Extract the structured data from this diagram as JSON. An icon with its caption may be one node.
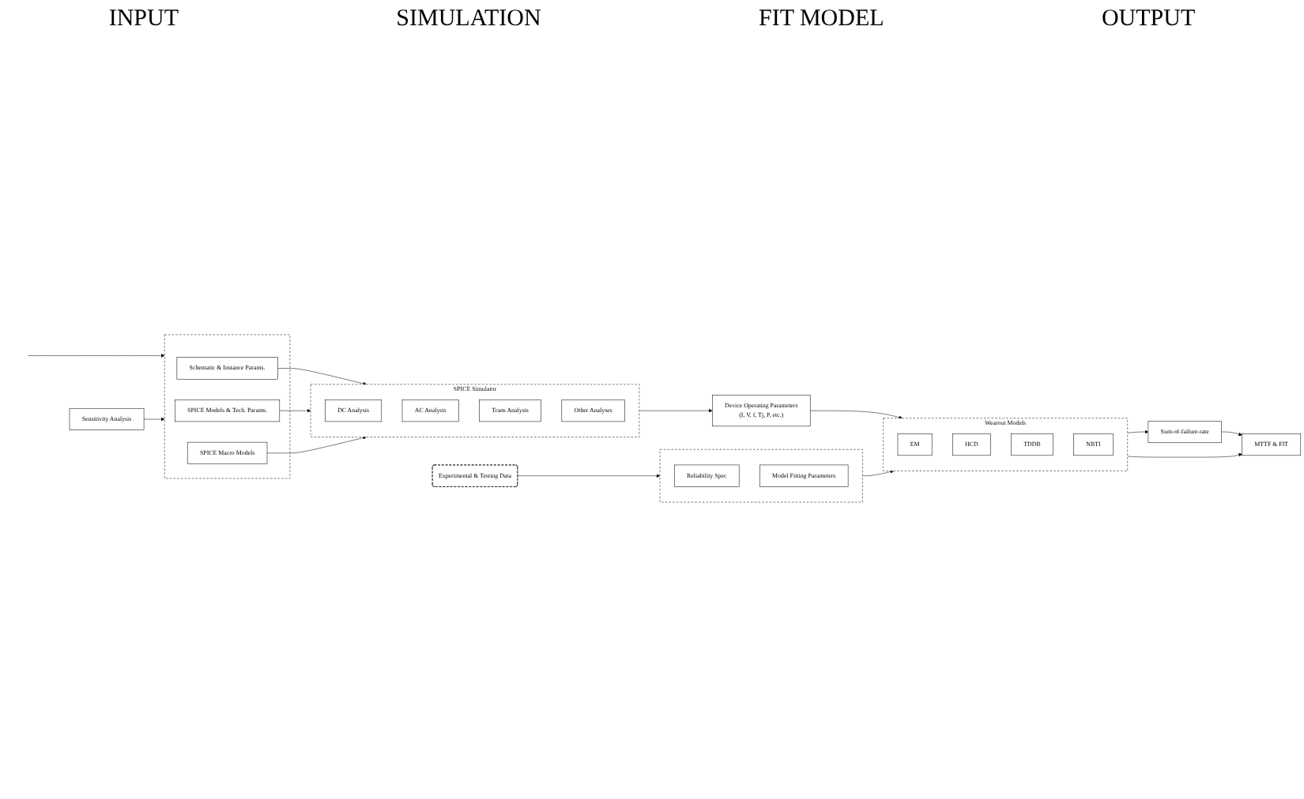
{
  "diagram": {
    "nodes": [
      {
        "text": [],
        "shape": "box"
      },
      {
        "text": [
          "Schematic & Instance Params."
        ],
        "in": 0
      },
      {
        "text": [
          "SPICE Models & Tech. Params."
        ],
        "in": 0
      },
      {
        "text": [
          "SPICE Macro Models"
        ],
        "in": 0
      },
      {
        "text": [
          "SPICE Simulator"
        ]
      },
      {
        "text": [
          "DC Analysis"
        ],
        "in": 4
      },
      {
        "text": [
          "AC Analysis"
        ],
        "in": 4
      },
      {
        "text": [
          "Trans Analysis"
        ],
        "in": 4
      },
      {
        "text": [
          "Other Analyses"
        ],
        "in": 4
      },
      {
        "text": [
          "Sum-of-failure-rate"
        ]
      },
      {
        "text": [
          "Wearout Models"
        ]
      },
      {
        "text": [
          "EM"
        ],
        "in": 10
      },
      {
        "text": [
          "HCD"
        ],
        "in": 10
      },
      {
        "text": [
          "TDDB"
        ],
        "in": 10
      },
      {
        "text": [
          "NBTI"
        ],
        "in": 10
      },
      {
        "text": [
          "MTTF & FIT"
        ]
      },
      {
        "text": [
          "Sensitivity Analysis"
        ]
      },
      {
        "text": [
          "Device Operating Parameters",
          "(I, V, f, Tj, P, etc.)"
        ]
      },
      {
        "text": [],
        "shape": "box"
      },
      {
        "text": [
          "Reliability Spec"
        ],
        "in": 18
      },
      {
        "text": [
          "Model Fitting Parameters"
        ],
        "in": 18
      },
      {
        "text": [
          "Experimental & Testing Data"
        ]
      }
    ],
    "edges": [
      {
        "from": null,
        "to": 0,
        "arrow": "to"
      },
      {
        "from": 1,
        "to": 4,
        "arrow": "to"
      },
      {
        "from": 2,
        "to": 4,
        "arrow": "to"
      },
      {
        "from": 3,
        "to": 4,
        "arrow": "to"
      },
      {
        "from": 16,
        "to": 0,
        "arrow": "to"
      },
      {
        "from": 4,
        "to": 17,
        "arrow": "to"
      },
      {
        "from": 17,
        "to": 10,
        "arrow": "to"
      },
      {
        "from": 18,
        "to": 10,
        "arrow": "to"
      },
      {
        "from": 21,
        "to": 18,
        "arrow": "to"
      },
      {
        "from": 10,
        "to": 9,
        "arrow": "to"
      },
      {
        "from": 10,
        "to": 15,
        "arrow": "to"
      },
      {
        "from": 9,
        "to": 15,
        "arrow": "to"
      }
    ],
    "labels": [
      "INPUT",
      "SIMULATION",
      "FIT MODEL",
      "OUTPUT"
    ]
  }
}
